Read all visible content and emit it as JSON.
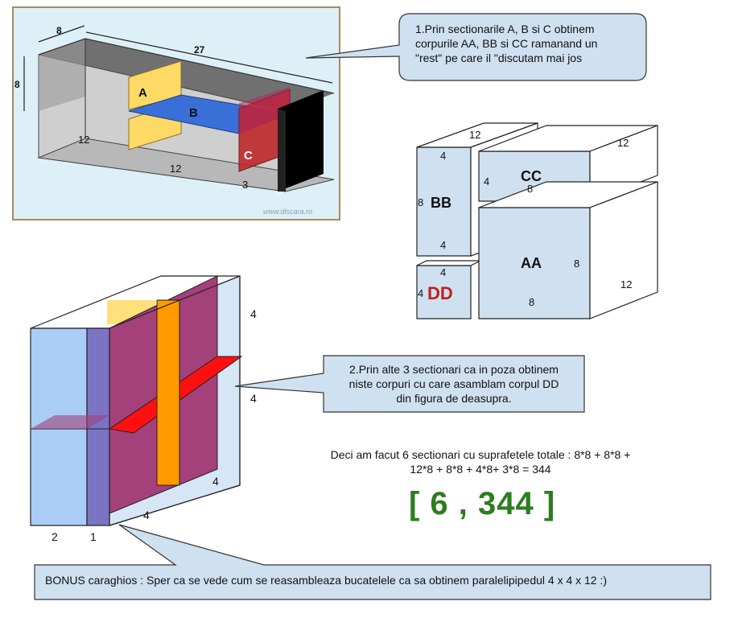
{
  "figure1": {
    "dims": {
      "depth": "8",
      "length": "27",
      "height": "8",
      "bottom_left": "12",
      "bottom_mid": "12",
      "bottom_right": "3"
    },
    "labels": {
      "a": "A",
      "b": "B",
      "c": "C"
    },
    "watermark": "www.dlscara.ro",
    "colors": {
      "a": "#ffd966",
      "b": "#3a6fd8",
      "c": "#c0282a",
      "end": "#000000",
      "background": "#def0f7"
    }
  },
  "callout1": {
    "line1": "1.Prin sectionarile A,  B si C obtinem",
    "line2": "corpurile  AA, BB si CC  ramanand un",
    "line3": "\"rest\" pe care il \"discutam mai jos"
  },
  "figure2": {
    "bb": {
      "name": "BB",
      "top": "4",
      "top_depth": "12",
      "left": "8",
      "bottom": "4"
    },
    "cc": {
      "name": "CC",
      "depth": "12",
      "left": "4",
      "inner": "8"
    },
    "aa": {
      "name": "AA",
      "right": "8",
      "bottom": "8",
      "depth": "12"
    },
    "dd": {
      "name": "DD",
      "top": "4",
      "left": "4"
    },
    "colors": {
      "block": "#cfe0f1",
      "dd_label": "#c0201a"
    }
  },
  "figure3": {
    "dims": {
      "right_top": "4",
      "right_mid": "4",
      "bottom_right": "4",
      "bottom_mid": "4",
      "bottom_left": "2",
      "bottom_left2": "1"
    },
    "colors": {
      "front": "#a9cdf5",
      "purple": "#a4407a",
      "orange": "#ff9a00",
      "red": "#ff1010",
      "yellow": "#ffe07a"
    }
  },
  "callout2": {
    "line1": "2.Prin alte 3 sectionari ca in poza obtinem",
    "line2": "niste corpuri cu care asamblam corpul DD",
    "line3": "din figura de deasupra."
  },
  "result": {
    "line1": "Deci am facut 6 sectionari cu suprafetele totale : 8*8  + 8*8 +",
    "line2": "12*8 + 8*8 + 4*8+ 3*8 =  344",
    "answer": "[ 6 , 344 ]"
  },
  "bonus": {
    "text": "BONUS caraghios :  Sper ca se vede cum se reasambleaza bucatelele ca sa obtinem paralelipipedul  4 x 4 x 12  :)"
  }
}
